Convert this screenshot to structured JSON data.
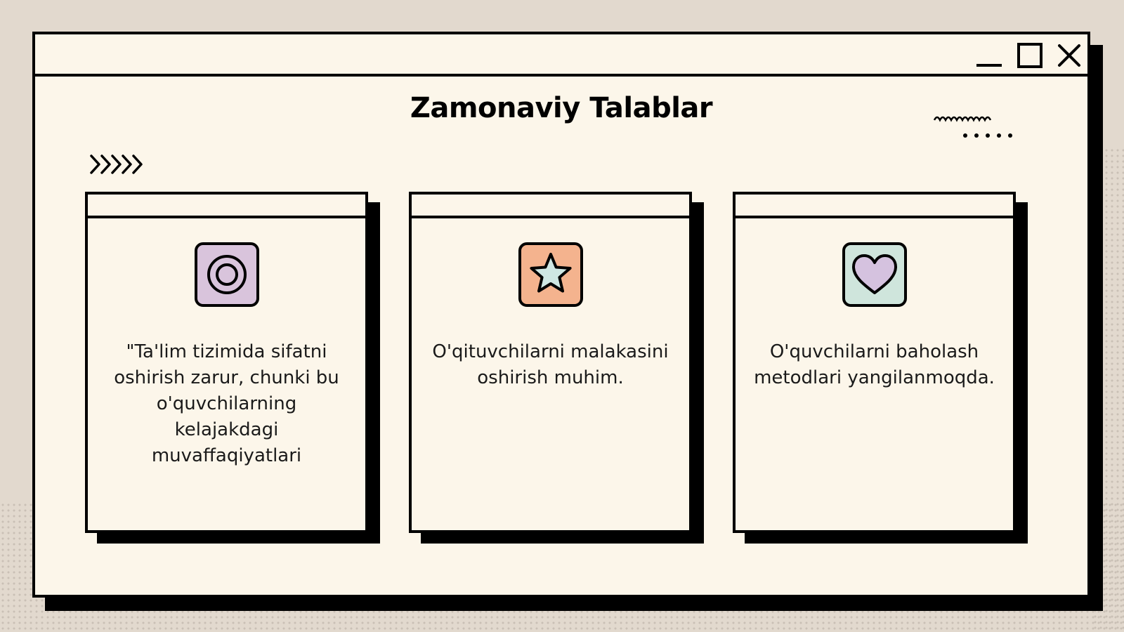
{
  "slide": {
    "title": "Zamonaviy Talablar"
  },
  "colors": {
    "background": "#e2d9ce",
    "panel": "#fcf6ea",
    "border": "#000000",
    "icon_lilac": "#d9c4dc",
    "icon_peach": "#f4b38e",
    "icon_mint": "#cfe5dc",
    "star_fill": "#cfe7e3",
    "heart_fill": "#d5c2df"
  },
  "window_controls": {
    "minimize_icon": "minimize-icon",
    "maximize_icon": "maximize-icon",
    "close_icon": "close-icon"
  },
  "cards": [
    {
      "icon": "target-icon",
      "text": "\"Ta'lim tizimida sifatni oshirish zarur, chunki bu o'quvchilarning kelajakdagi muvaffaqiyatlari"
    },
    {
      "icon": "star-icon",
      "text": "O'qituvchilarni malakasini oshirish muhim."
    },
    {
      "icon": "heart-icon",
      "text": "O'quvchilarni baholash metodlari yangilanmoqda."
    }
  ]
}
